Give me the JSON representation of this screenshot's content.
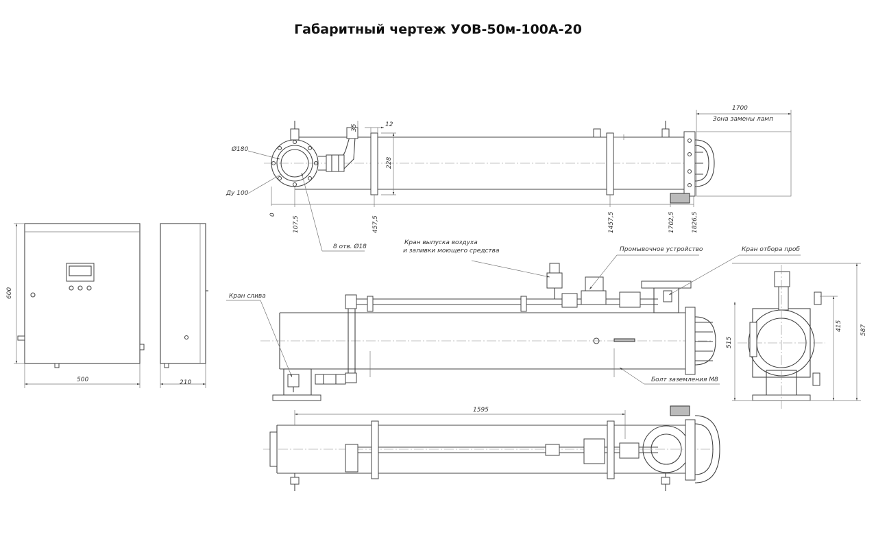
{
  "title": "Габаритный чертеж УОВ-50м-100А-20",
  "dimensions": {
    "lamp_zone": "1700",
    "flange_t": "12",
    "d180": "Ø180",
    "du100": "Ду 100",
    "h228": "228",
    "h35": "35",
    "x0": "0",
    "x107": "107,5",
    "x457": "457,5",
    "x1457": "1457,5",
    "x1702": "1702,5",
    "x1826": "1826,5",
    "cab_h": "600",
    "cab_w": "500",
    "cab_d": "210",
    "len1595": "1595",
    "side415": "415",
    "side515": "515",
    "side587": "587"
  },
  "labels": {
    "lamp_zone": "Зона замены ламп",
    "holes": "8 отв. Ø18",
    "air_valve_1": "Кран выпуска воздуха",
    "air_valve_2": "и заливки моющего средства",
    "flush": "Промывочное устройство",
    "sample": "Кран отбора проб",
    "drain": "Кран слива",
    "ground": "Болт заземления М8"
  }
}
